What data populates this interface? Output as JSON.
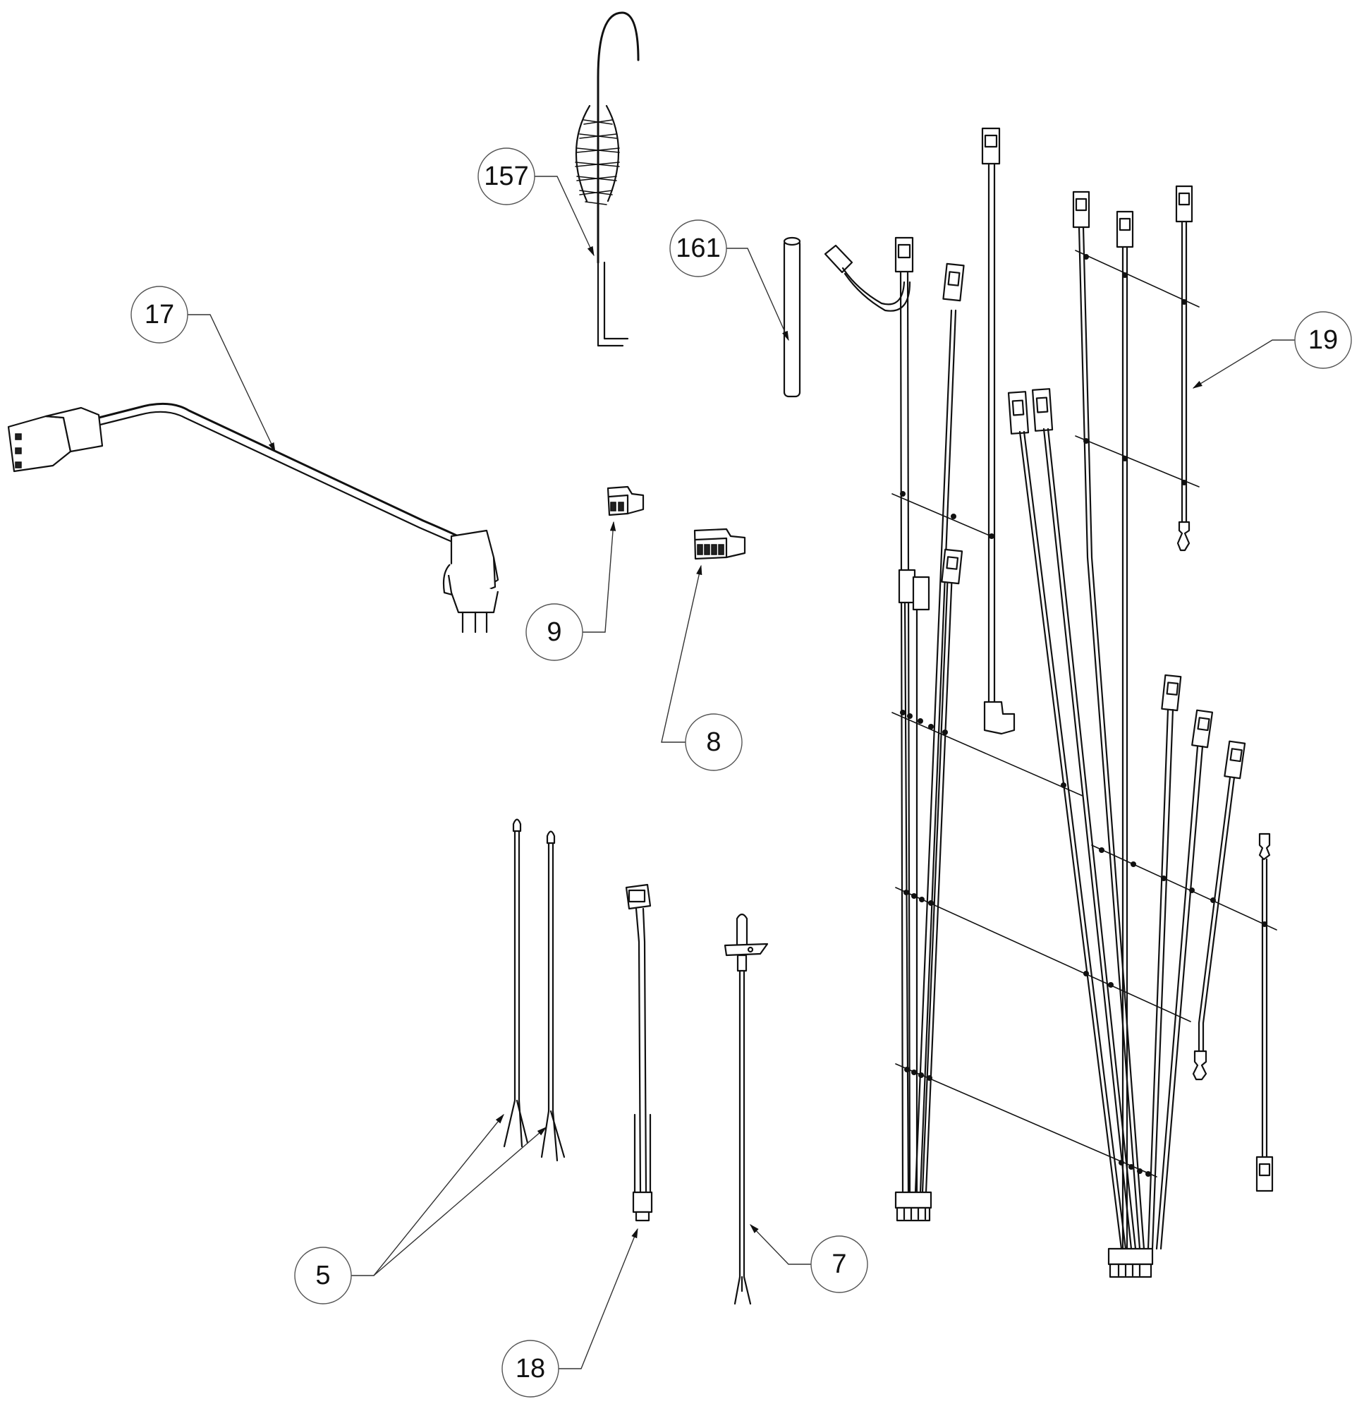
{
  "callouts": [
    {
      "id": "157",
      "label": "157"
    },
    {
      "id": "161",
      "label": "161"
    },
    {
      "id": "17",
      "label": "17"
    },
    {
      "id": "19",
      "label": "19"
    },
    {
      "id": "9",
      "label": "9"
    },
    {
      "id": "8",
      "label": "8"
    },
    {
      "id": "5",
      "label": "5"
    },
    {
      "id": "7",
      "label": "7"
    },
    {
      "id": "18",
      "label": "18"
    }
  ]
}
